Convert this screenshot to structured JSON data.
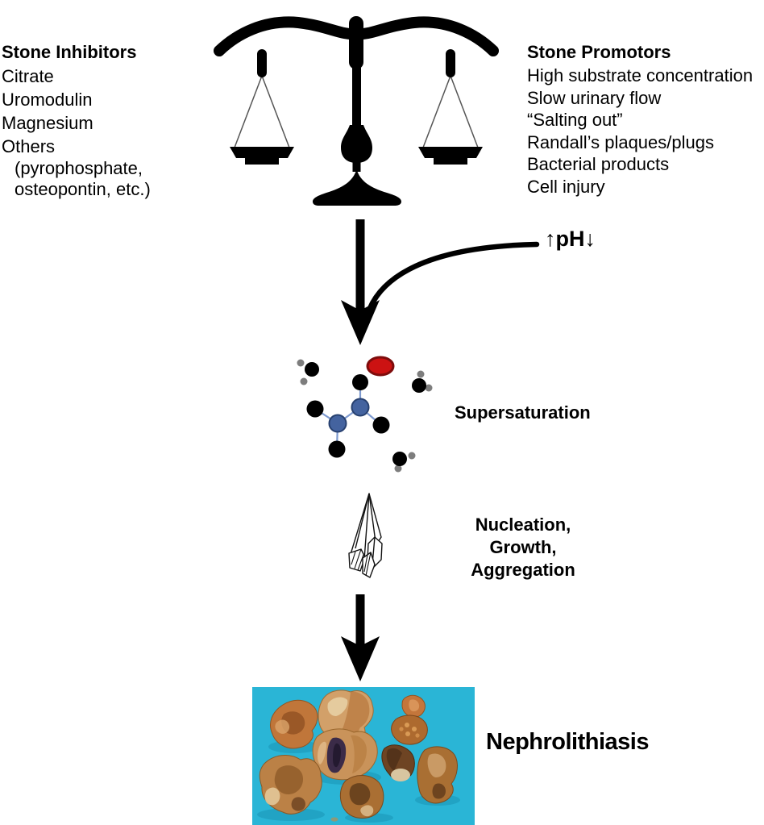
{
  "inhibitors": {
    "title": "Stone Inhibitors",
    "items": [
      "Citrate",
      "Uromodulin",
      "Magnesium",
      "Others",
      "(pyrophosphate,",
      "osteopontin, etc.)"
    ]
  },
  "promotors": {
    "title": "Stone Promotors",
    "items": [
      "High substrate concentration",
      "Slow urinary flow",
      "“Salting out”",
      "Randall’s plaques/plugs",
      "Bacterial products",
      "Cell injury"
    ]
  },
  "ph": {
    "label": "↑pH↓"
  },
  "stages": {
    "supersaturation": "Supersaturation",
    "nucleation_lines": [
      "Nucleation,",
      "Growth,",
      "Aggregation"
    ],
    "nephrolithiasis": "Nephrolithiasis"
  },
  "icons": {
    "balance_scale": "balance-scale-icon",
    "down_arrow": "down-arrow-icon",
    "ph_curve": "ph-curve-connector",
    "molecules": "supersaturation-molecules-icon",
    "crystal": "crystal-icon",
    "kidney_stones_photo": "kidney-stones-photo"
  },
  "colors": {
    "ink": "#000000",
    "wire": "#555555",
    "molecule_blue": "#44639f",
    "molecule_blue_dark": "#27406f",
    "molecule_bond": "#7d99cf",
    "molecule_red": "#cc1212",
    "molecule_red_dark": "#7e0c0c",
    "molecule_gray": "#7d7d7d",
    "photo_cyan": "#2ab5d6"
  }
}
